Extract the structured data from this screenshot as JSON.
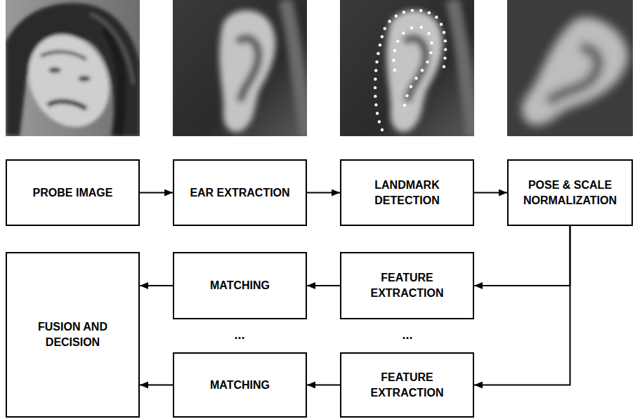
{
  "diagram": {
    "nodes": [
      {
        "text": [
          "PROBE IMAGE"
        ]
      },
      {
        "text": [
          "EAR EXTRACTION"
        ]
      },
      {
        "text": [
          "LANDMARK DETECTION"
        ]
      },
      {
        "text": [
          "POSE & SCALE NORMALIZATION"
        ]
      },
      {
        "text": [
          "FEATURE EXTRACTION"
        ]
      },
      {
        "text": [
          "MATCHING"
        ]
      },
      {
        "text": [
          "FEATURE EXTRACTION"
        ]
      },
      {
        "text": [
          "MATCHING"
        ]
      },
      {
        "text": [
          "FUSION AND DECISION"
        ]
      }
    ],
    "edges": [
      {
        "from": 0,
        "to": 1,
        "arrow": "to"
      },
      {
        "from": 1,
        "to": 2,
        "arrow": "to"
      },
      {
        "from": 2,
        "to": 3,
        "arrow": "to"
      },
      {
        "from": 3,
        "to": 4,
        "arrow": "to"
      },
      {
        "from": 3,
        "to": 6,
        "arrow": "to"
      },
      {
        "from": 4,
        "to": 5,
        "arrow": "to"
      },
      {
        "from": 6,
        "to": 7,
        "arrow": "to"
      },
      {
        "from": 5,
        "to": 8,
        "arrow": "to"
      },
      {
        "from": 7,
        "to": 8,
        "arrow": "to"
      }
    ],
    "labels": [
      "...",
      "..."
    ]
  }
}
